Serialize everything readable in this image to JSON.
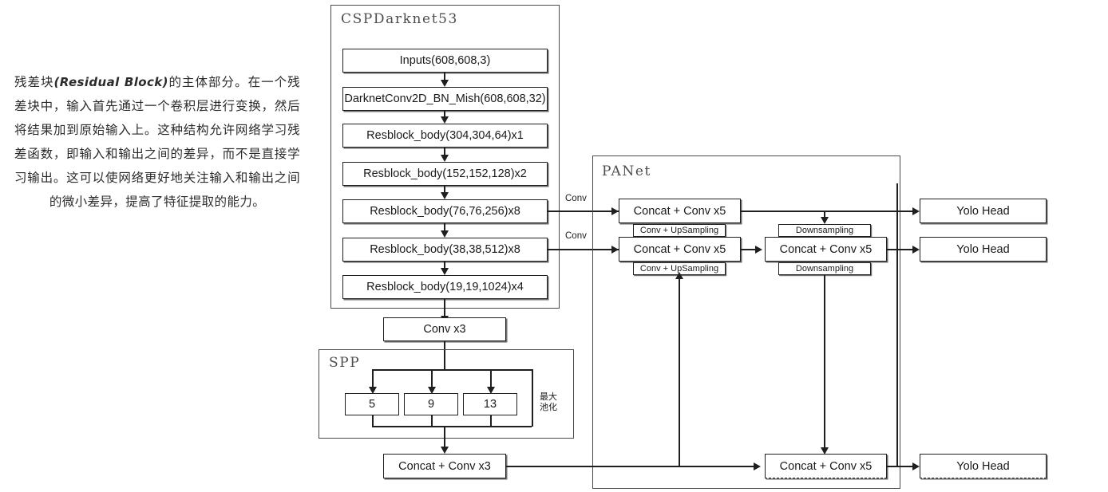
{
  "note": {
    "line1_pre": "残差块",
    "line1_en": "(Residual Block)",
    "line1_post": "的主体部分。在一个残差块中，输入首先通过一个卷积层进行变换，然后将结果加到原始输入上。这种结构允许网络学习残差函数，即输入和输出之间的差异，而不是直接学习输出。这可以使网络更好地关注输入和输出之间的微小差异，提高了特征提取的能力。"
  },
  "groups": {
    "backbone": "CSPDarknet53",
    "spp": "SPP",
    "panet": "PANet"
  },
  "backbone": {
    "nodes": [
      "Inputs(608,608,3)",
      "DarknetConv2D_BN_Mish(608,608,32)",
      "Resblock_body(304,304,64)x1",
      "Resblock_body(152,152,128)x2",
      "Resblock_body(76,76,256)x8",
      "Resblock_body(38,38,512)x8",
      "Resblock_body(19,19,1024)x4"
    ],
    "tap_labels": [
      "Conv",
      "Conv"
    ]
  },
  "neck": {
    "conv_x3": "Conv x3",
    "spp_pool_sizes": [
      "5",
      "9",
      "13"
    ],
    "spp_side_label": "最大\n池化",
    "concat_conv_x3": "Concat + Conv x3"
  },
  "panet": {
    "concat_conv_x5_top": "Concat + Conv x5",
    "concat_conv_x5_mid": "Concat + Conv x5",
    "concat_conv_x5_right": "Concat + Conv x5",
    "concat_conv_x5_bottom": "Concat + Conv x5",
    "upsample_top": "Conv + UpSampling",
    "upsample_bottom": "Conv + UpSampling",
    "downsample_top": "Downsampling",
    "downsample_bottom": "Downsampling"
  },
  "heads": {
    "head1": "Yolo Head",
    "head2": "Yolo Head",
    "head3": "Yolo Head"
  },
  "colors": {
    "stroke": "#1f1f1f",
    "group_stroke": "#4a4a4a",
    "group_title": "#4d4d4d",
    "text": "#1a1a1a",
    "background": "#ffffff"
  }
}
